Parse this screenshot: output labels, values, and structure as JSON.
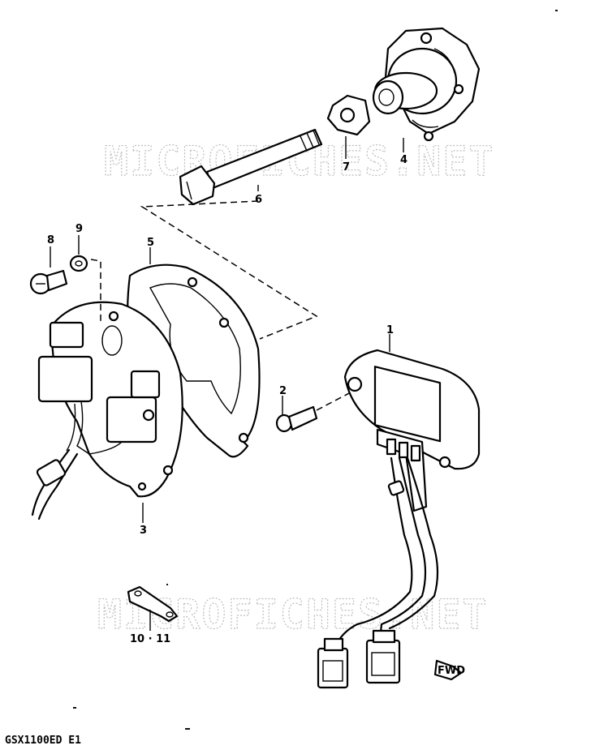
{
  "watermarks": [
    "MICROFICHES.NET",
    "MICROFICHES.NET"
  ],
  "callouts": {
    "p1": "1",
    "p2": "2",
    "p3": "3",
    "p4": "4",
    "p5": "5",
    "p6": "6",
    "p7": "7",
    "p8": "8",
    "p9": "9",
    "p10_11": "10 · 11"
  },
  "caption": "GSX1100ED E1",
  "front_marker": "FWD"
}
